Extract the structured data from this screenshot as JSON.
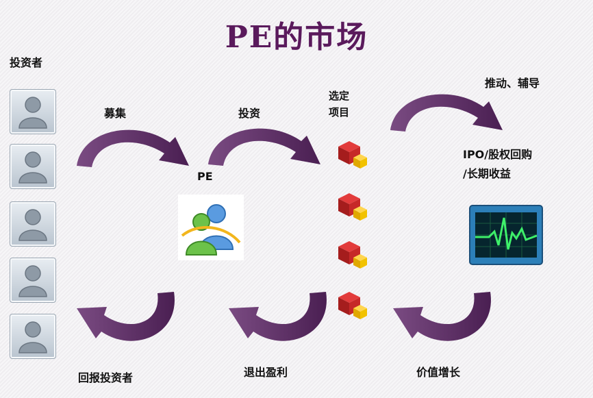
{
  "title": "PE的市场",
  "investors_label": "投资者",
  "pe_label": "PE",
  "arrows": {
    "raise": "募集",
    "invest": "投资",
    "push": "推动、辅导",
    "return": "回报投资者",
    "exit": "退出盈利",
    "value": "价值增长"
  },
  "projects_label": [
    "选定",
    "项目"
  ],
  "outcome_label": [
    "IPO/股权回购",
    "/长期收益"
  ],
  "icons": {
    "investor": "person-icon",
    "pe": "users-icon",
    "project": "cube-icon",
    "growth": "pulse-monitor-icon"
  },
  "colors": {
    "title": "#5a1a5c",
    "arrow": "#5b2a63",
    "arrow_light": "#a88aaf"
  }
}
